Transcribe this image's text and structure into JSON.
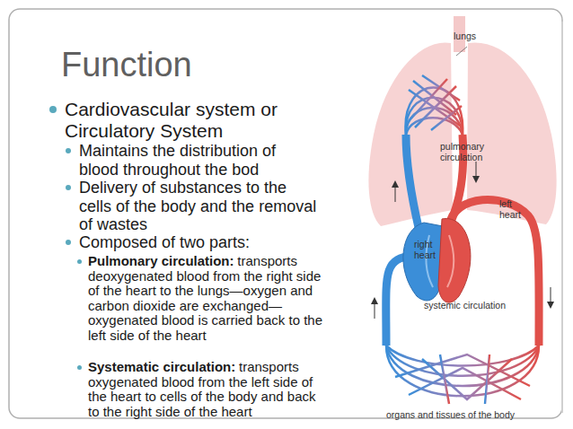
{
  "diagram": {
    "title": "Function",
    "labels": [
      "Cardiovascular system or Circulatory System",
      "Maintains the distribution of blood throughout the bod",
      "Delivery of substances to the cells of the body and the removal of wastes",
      "Composed of two parts:",
      "Pulmonary circulation:",
      "transports deoxygenated blood from the right side of the heart to the lungs—oxygen and carbon dioxide are exchanged—oxygenated blood is carried back to the left side of the heart",
      "Systematic circulation:",
      "transports oxygenated blood from the left side of the heart to cells of the body and back to the right side of the heart",
      "lungs",
      "pulmonary circulation",
      "left heart",
      "right heart",
      "systemic circulation",
      "organs and tissues of the body"
    ]
  }
}
